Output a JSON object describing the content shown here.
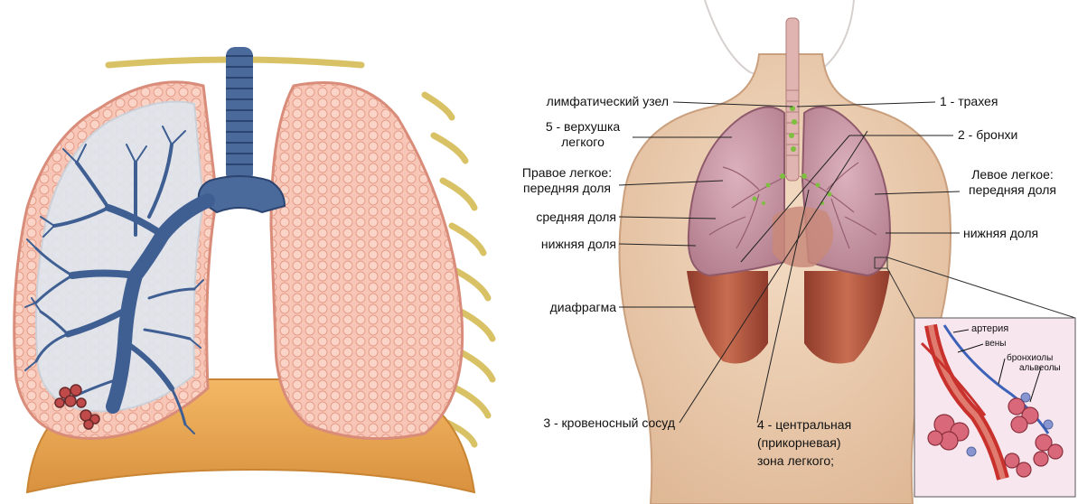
{
  "labels": {
    "lymph_node": "лимфатический узел",
    "apex_line1": "5 - верхушка",
    "apex_line2": "легкого",
    "right_lung_line1": "Правое легкое:",
    "right_lung_line2": "передняя доля",
    "middle_lobe": "средняя доля",
    "lower_lobe_right": "нижняя доля",
    "diaphragm": "диафрагма",
    "blood_vessel": "3 - кровеносный сосуд",
    "trachea": "1 - трахея",
    "bronchi": "2 - бронхи",
    "left_lung_line1": "Левое легкое:",
    "left_lung_line2": "передняя доля",
    "lower_lobe_left": "нижняя доля",
    "central_line1": "4 - центральная",
    "central_line2": "(прикорневая)",
    "central_line3": "зона легкого;"
  },
  "inset_labels": {
    "artery": "артерия",
    "veins": "вены",
    "bronchioles": "бронхиолы",
    "alveoli": "альвеолы"
  },
  "colors": {
    "lung_pink": "#f6c3b4",
    "alveoli_pink": "#f2a99a",
    "bronchi_blue": "#3f5f93",
    "diaphragm_orange": "#e9a651",
    "skin": "#eed1b4",
    "torso_lung": "#c5909e",
    "muscle": "#b65b45",
    "inset_bg": "#f8e6ee",
    "artery_red": "#c8312c",
    "vein_blue": "#3d63b8"
  }
}
